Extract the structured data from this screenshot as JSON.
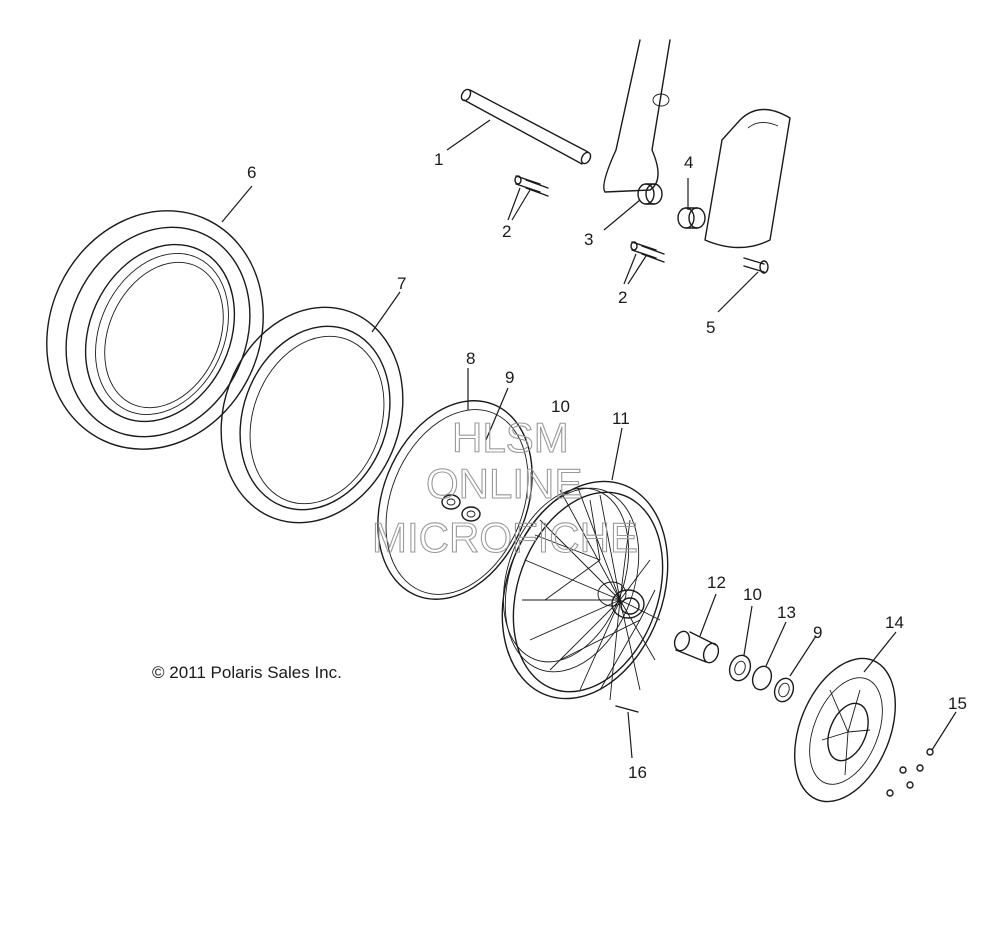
{
  "callouts": {
    "c1": "1",
    "c2a": "2",
    "c2b": "2",
    "c3": "3",
    "c4": "4",
    "c5": "5",
    "c6": "6",
    "c7": "7",
    "c8": "8",
    "c9a": "9",
    "c9b": "9",
    "c10a": "10",
    "c10b": "10",
    "c11": "11",
    "c12": "12",
    "c13": "13",
    "c14": "14",
    "c15": "15",
    "c16": "16"
  },
  "copyright": "© 2011 Polaris Sales Inc.",
  "watermark": {
    "line1": "HLSM",
    "line2": "ONLINE",
    "line3": "MICROFICHE"
  },
  "colors": {
    "ink": "#1a1a1a",
    "watermark": "#9a9a9a"
  }
}
